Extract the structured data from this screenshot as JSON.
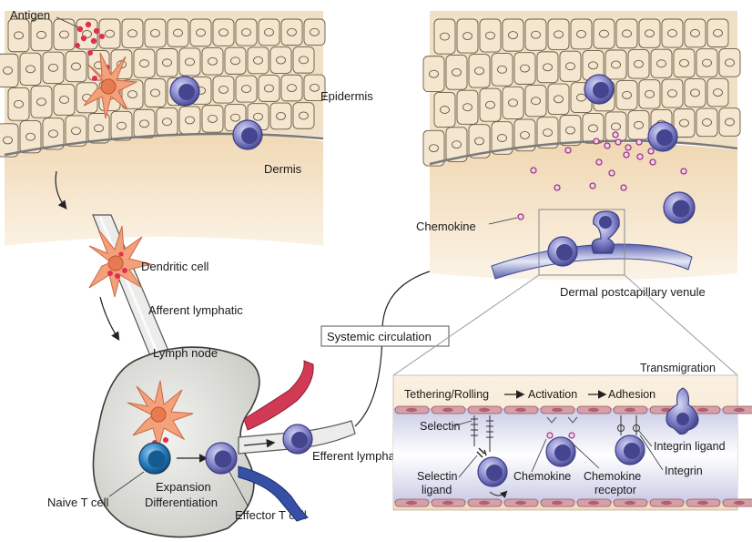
{
  "labels": {
    "antigen": "Antigen",
    "epidermis": "Epidermis",
    "dermis": "Dermis",
    "dendritic_cell": "Dendritic cell",
    "afferent_lymphatic": "Afferent lymphatic",
    "lymph_node": "Lymph node",
    "naive_t_cell": "Naive T cell",
    "expansion": "Expansion",
    "differentiation": "Differentiation",
    "effector_t_cell": "Effector T cell",
    "efferent_lymphatic": "Efferent lymphatic",
    "systemic_circulation": "Systemic circulation",
    "chemokine": "Chemokine",
    "dermal_venule": "Dermal postcapillary venule",
    "transmigration": "Transmigration",
    "tethering_rolling": "Tethering/Rolling",
    "activation": "Activation",
    "adhesion": "Adhesion",
    "selectin": "Selectin",
    "selectin_ligand_1": "Selectin",
    "selectin_ligand_2": "ligand",
    "chemokine_inset": "Chemokine",
    "chemokine_receptor_1": "Chemokine",
    "chemokine_receptor_2": "receptor",
    "integrin_ligand": "Integrin ligand",
    "integrin": "Integrin"
  },
  "colors": {
    "skin_cell_fill": "#f5e7cf",
    "skin_cell_stroke": "#6b5a45",
    "dermis": "#f3dfc0",
    "t_cell_outer": "#6e6fb5",
    "t_cell_inner": "#3d3e86",
    "naive_t_cell": "#1e6fa8",
    "dendritic_cell": "#f4a07a",
    "antigen": "#e03050",
    "chemokine": "#9b3a85",
    "lymph_node": "#e4e4e0",
    "artery": "#d13a55",
    "vein": "#3550a5",
    "endothelium": "#d6a0a8"
  }
}
